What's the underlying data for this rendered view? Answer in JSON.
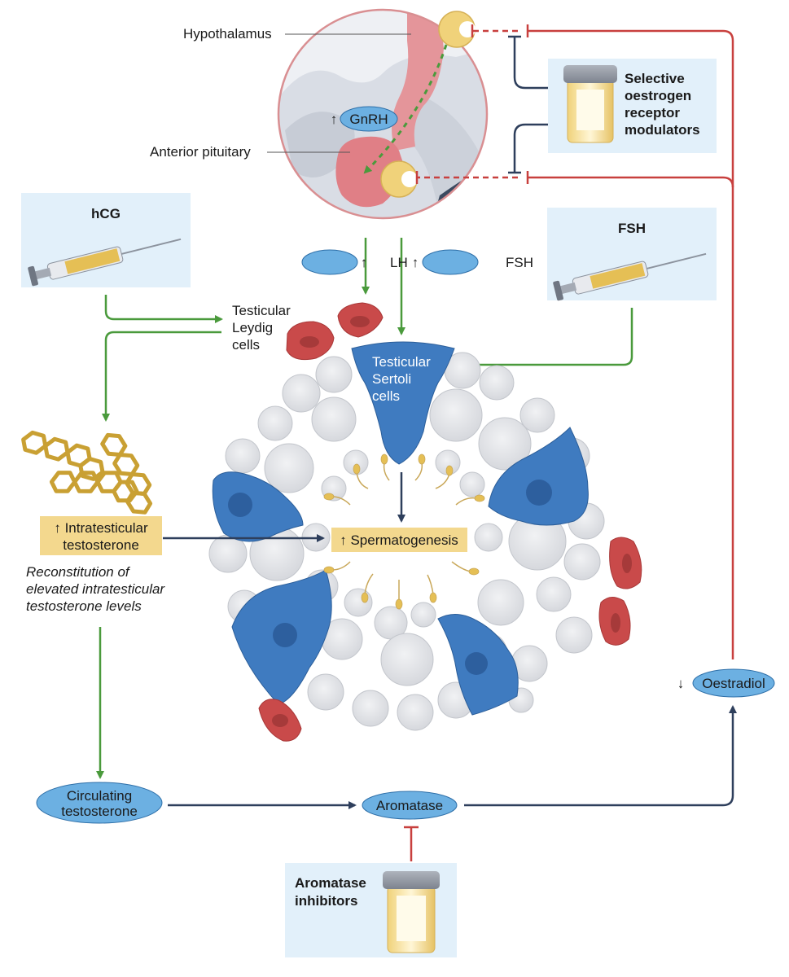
{
  "labels": {
    "hypothalamus": "Hypothalamus",
    "anterior_pituitary": "Anterior pituitary",
    "gnrh": "GnRH",
    "up_arrow": "↑",
    "down_arrow": "↓",
    "lh": "LH",
    "fsh_hormone": "FSH",
    "leydig_line1": "Testicular",
    "leydig_line2": "Leydig",
    "leydig_line3": "cells",
    "sertoli_line1": "Testicular",
    "sertoli_line2": "Sertoli",
    "sertoli_line3": "cells",
    "spermatogenesis": "↑ Spermatogenesis",
    "intratesticular_line1": "↑ Intratesticular",
    "intratesticular_line2": "testosterone",
    "reconstitution_line1": "Reconstitution of",
    "reconstitution_line2": "elevated intratesticular",
    "reconstitution_line3": "testosterone levels",
    "circulating_line1": "Circulating",
    "circulating_line2": "testosterone",
    "aromatase": "Aromatase",
    "oestradiol": "Oestradiol"
  },
  "drugs": {
    "hcg": "hCG",
    "fsh": "FSH",
    "serm_line1": "Selective",
    "serm_line2": "oestrogen",
    "serm_line3": "receptor",
    "serm_line4": "modulators",
    "ai_line1": "Aromatase",
    "ai_line2": "inhibitors"
  },
  "colors": {
    "stimulate_arrow": "#4a9a3c",
    "inhibit_line": "#c8403e",
    "flow_arrow": "#2e3f5c",
    "drug_box": "#e2f0fa",
    "hormone_fill": "#6cb0e2",
    "sertoli_cell": "#3f7bc0",
    "leydig_cell": "#c94a4a",
    "highlight_box": "#f3d88e"
  }
}
